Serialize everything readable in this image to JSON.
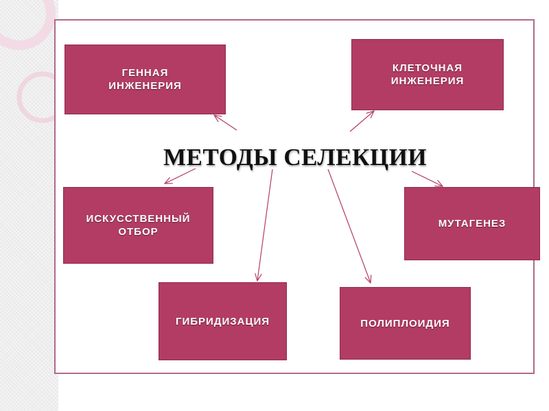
{
  "diagram": {
    "title": "МЕТОДЫ СЕЛЕКЦИИ",
    "nodes": {
      "gene_engineering": "ГЕННАЯ\nИНЖЕНЕРИЯ",
      "cell_engineering": "КЛЕТОЧНАЯ\nИНЖЕНЕРИЯ",
      "artificial_selection": "ИСКУССТВЕННЫЙ\nОТБОР",
      "mutagenesis": "МУТАГЕНЕЗ",
      "hybridization": "ГИБРИДИЗАЦИЯ",
      "polyploidy": "ПОЛИПЛОИДИЯ"
    },
    "colors": {
      "box_fill": "#b23c64",
      "box_text": "#ffffff",
      "arrow": "#b23c64",
      "frame_border": "#b06a8a"
    }
  }
}
